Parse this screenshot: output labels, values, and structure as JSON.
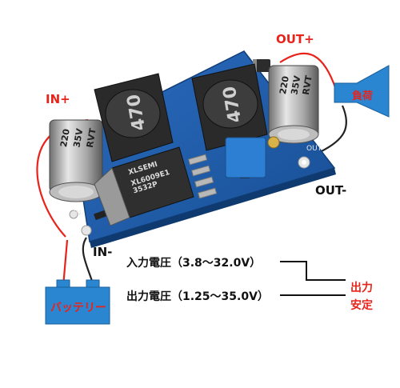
{
  "labels": {
    "in_plus": "IN+",
    "in_minus": "IN-",
    "out_plus": "OUT+",
    "out_minus": "OUT-",
    "load": "負荷",
    "battery": "バッテリー",
    "input_voltage": "入力電圧（3.8～32.0V）",
    "output_voltage": "出力電圧（1.25～35.0V）",
    "stable_line1": "出力",
    "stable_line2": "安定"
  },
  "board_silk": {
    "in_minus_pad": "IN-",
    "out_minus_pad": "OUT-",
    "inductor_left": "470",
    "inductor_right": "470",
    "cap_left": [
      "220",
      "35V",
      "RVT"
    ],
    "cap_right": [
      "220",
      "35V",
      "RVT"
    ],
    "ic": [
      "XLSEMI",
      "XL6009E1",
      "3532P"
    ]
  },
  "colors": {
    "accent_red": "#e8231b",
    "board_blue": "#1f5fa8",
    "load_blue": "#2a86d1",
    "wire_dark": "#222222"
  }
}
